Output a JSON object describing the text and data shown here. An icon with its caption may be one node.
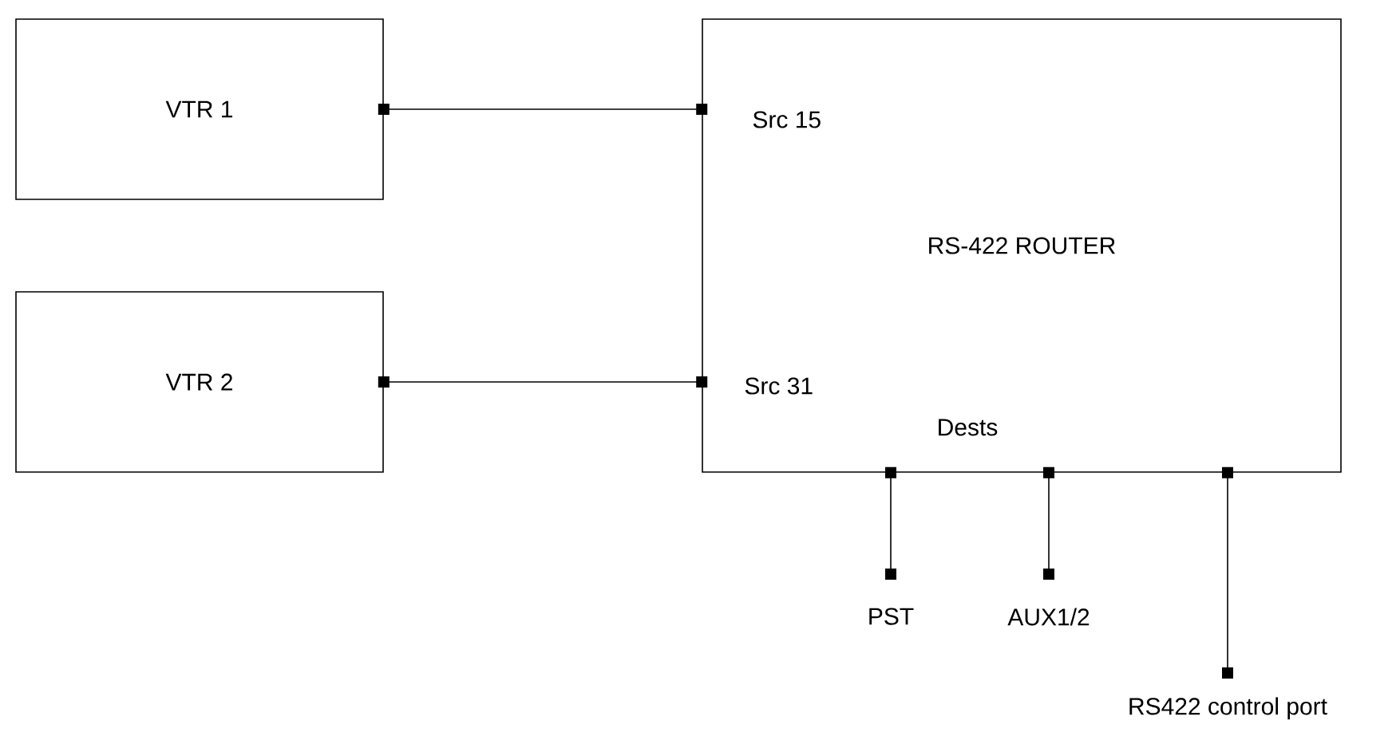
{
  "diagram": {
    "nodes": [
      {
        "text": [
          "VTR 1"
        ]
      },
      {
        "text": [
          "VTR 2"
        ]
      },
      {
        "text": [
          "RS-422 ROUTER"
        ]
      },
      {
        "text": [
          "PST"
        ]
      },
      {
        "text": [
          "AUX1/2"
        ]
      },
      {
        "text": [
          "RS422 control port"
        ]
      }
    ],
    "edges": [
      {
        "from": 0,
        "to": 2,
        "arrow": "other"
      },
      {
        "from": 1,
        "to": 2,
        "arrow": "other"
      },
      {
        "from": 2,
        "to": 3,
        "arrow": "other"
      },
      {
        "from": 2,
        "to": 4,
        "arrow": "other"
      },
      {
        "from": 2,
        "to": 5,
        "arrow": "other"
      }
    ],
    "labels": [
      "Src 15",
      "Src 31",
      "Dests"
    ]
  }
}
